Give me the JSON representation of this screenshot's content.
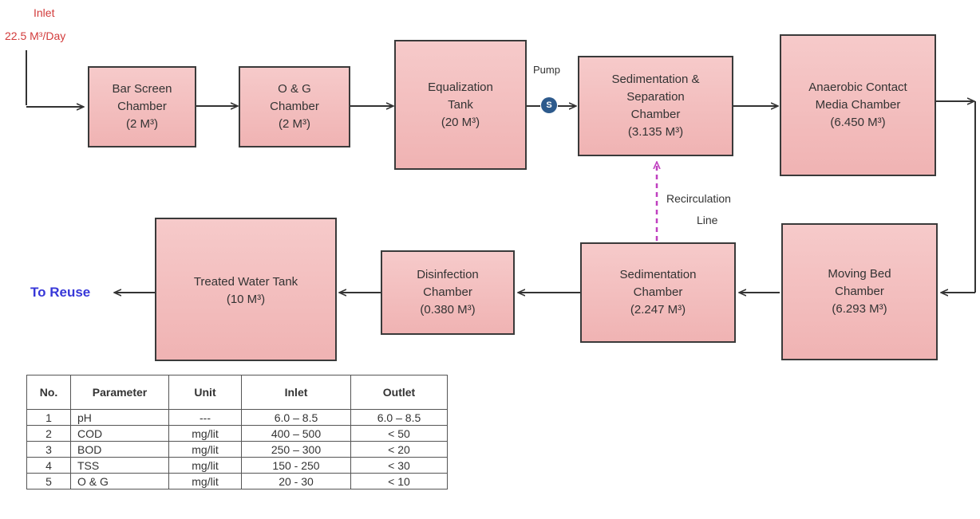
{
  "inlet": {
    "label": "Inlet",
    "flow": "22.5 M³/Day"
  },
  "pump_label": "Pump",
  "pump_symbol": "S",
  "recirculation_label": [
    "Recirculation",
    "Line"
  ],
  "outlet_label": "To Reuse",
  "boxes": {
    "bar_screen": [
      "Bar Screen",
      "Chamber",
      "(2 M³)"
    ],
    "og": [
      "O & G",
      "Chamber",
      "(2 M³)"
    ],
    "equalization": [
      "Equalization",
      "Tank",
      "(20 M³)"
    ],
    "sed_sep": [
      "Sedimentation &",
      "Separation",
      "Chamber",
      "(3.135 M³)"
    ],
    "anaerobic": [
      "Anaerobic Contact",
      "Media Chamber",
      "(6.450 M³)"
    ],
    "moving_bed": [
      "Moving Bed",
      "Chamber",
      "(6.293 M³)"
    ],
    "sedimentation": [
      "Sedimentation",
      "Chamber",
      "(2.247 M³)"
    ],
    "disinfection": [
      "Disinfection",
      "Chamber",
      "(0.380 M³)"
    ],
    "treated": [
      "Treated Water Tank",
      "(10 M³)"
    ]
  },
  "table": {
    "headers": [
      "No.",
      "Parameter",
      "Unit",
      "Inlet",
      "Outlet"
    ],
    "rows": [
      [
        "1",
        "pH",
        "---",
        "6.0 – 8.5",
        "6.0 – 8.5"
      ],
      [
        "2",
        "COD",
        "mg/lit",
        "400 – 500",
        "< 50"
      ],
      [
        "3",
        "BOD",
        "mg/lit",
        "250 – 300",
        "< 20"
      ],
      [
        "4",
        "TSS",
        "mg/lit",
        "150 - 250",
        "< 30"
      ],
      [
        "5",
        "O & G",
        "mg/lit",
        "20 - 30",
        "< 10"
      ]
    ]
  },
  "colors": {
    "box_fill": "#f2bcbc",
    "inlet_text": "#d23b3b",
    "reuse_text": "#3737d8",
    "recirculation_line": "#c040c0",
    "pump": "#2d5a8c"
  }
}
